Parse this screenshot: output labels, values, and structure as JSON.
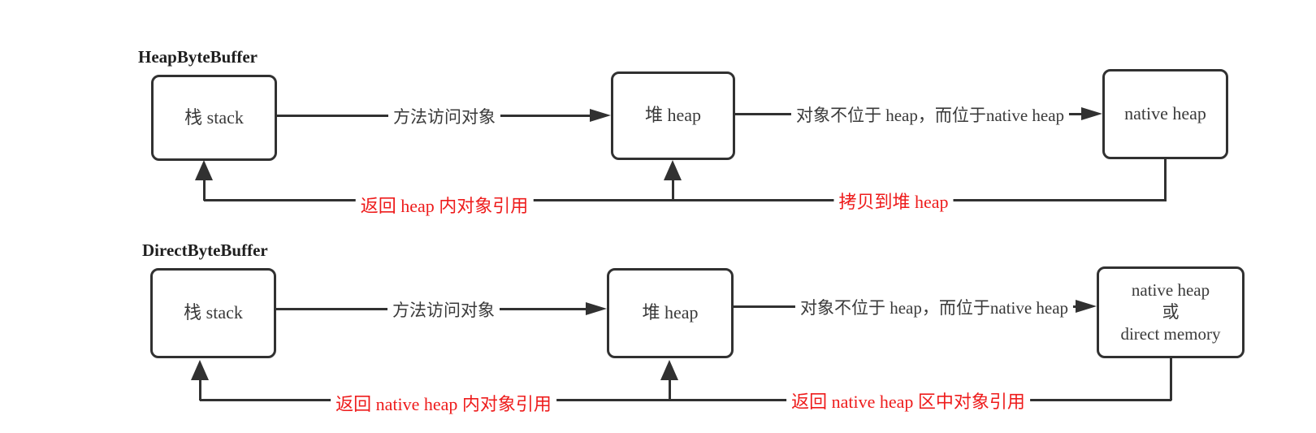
{
  "colors": {
    "line": "#313131",
    "text": "#3a3a3a",
    "red": "#ee1c1c",
    "background": "#ffffff"
  },
  "diagrams": [
    {
      "title": "HeapByteBuffer",
      "boxes": [
        {
          "lines": [
            "栈 stack"
          ]
        },
        {
          "lines": [
            "堆 heap"
          ]
        },
        {
          "lines": [
            "native heap"
          ]
        }
      ],
      "forward_labels": [
        "方法访问对象",
        "对象不位于 heap，而位于native heap"
      ],
      "return_labels": [
        "返回 heap 内对象引用",
        "拷贝到堆 heap"
      ]
    },
    {
      "title": "DirectByteBuffer",
      "boxes": [
        {
          "lines": [
            "栈 stack"
          ]
        },
        {
          "lines": [
            "堆 heap"
          ]
        },
        {
          "lines": [
            "native heap",
            "或",
            "direct memory"
          ]
        }
      ],
      "forward_labels": [
        "方法访问对象",
        "对象不位于 heap，而位于native heap"
      ],
      "return_labels": [
        "返回 native heap 内对象引用",
        "返回 native heap 区中对象引用"
      ]
    }
  ]
}
